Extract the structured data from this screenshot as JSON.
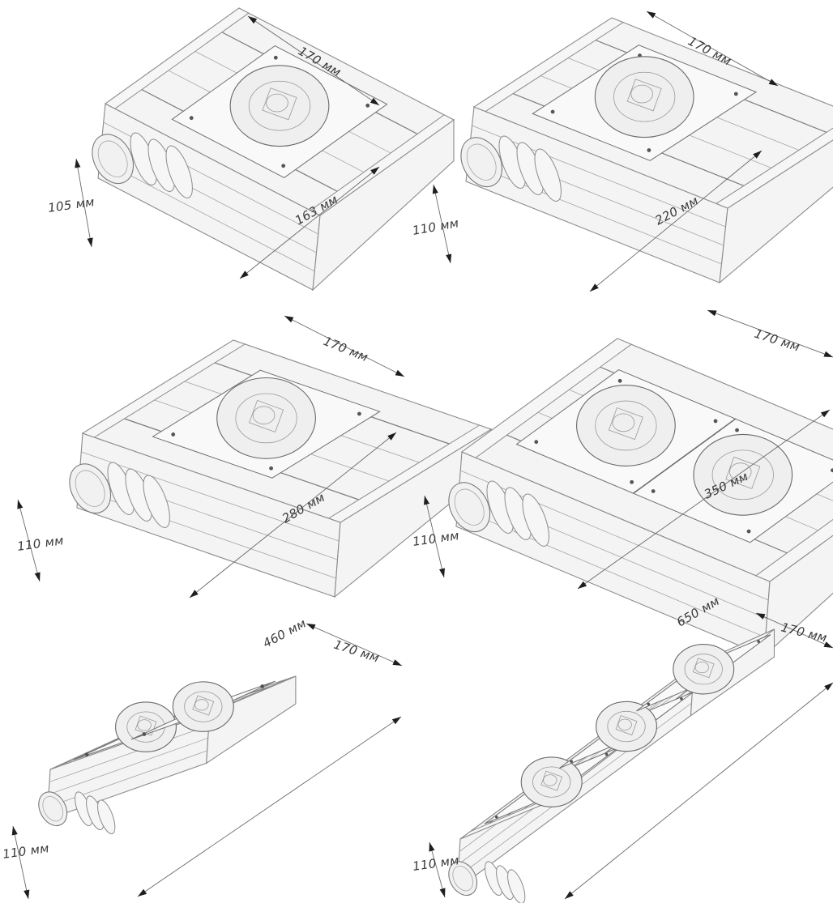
{
  "models": [
    {
      "id": "m1",
      "width_label": "170 мм",
      "length_label": "163 мм",
      "height_label": "105 мм",
      "lens_count": 1
    },
    {
      "id": "m2",
      "width_label": "170 мм",
      "length_label": "220 мм",
      "height_label": "110 мм",
      "lens_count": 1
    },
    {
      "id": "m3",
      "width_label": "170 мм",
      "length_label": "280 мм",
      "height_label": "110 мм",
      "lens_count": 1
    },
    {
      "id": "m4",
      "width_label": "170 мм",
      "length_label": "350 мм",
      "height_label": "110 мм",
      "lens_count": 2
    },
    {
      "id": "m5",
      "width_label": "170 мм",
      "length_label": "460 мм",
      "height_label": "110 мм",
      "lens_count": 2
    },
    {
      "id": "m6",
      "width_label": "170 мм",
      "length_label": "650 мм",
      "height_label": "110 мм",
      "lens_count": 3
    }
  ]
}
